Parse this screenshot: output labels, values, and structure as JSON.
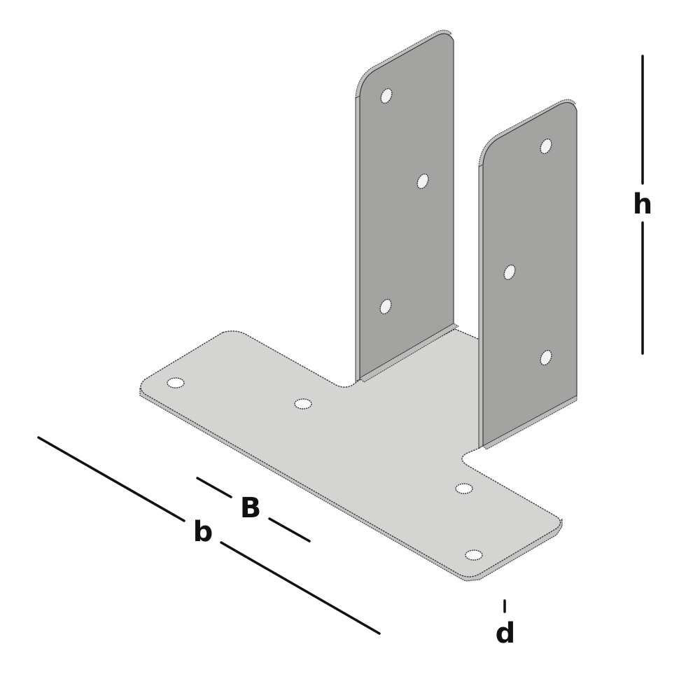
{
  "figure": {
    "subject": "T-shaped post base bracket (isometric view)",
    "colors": {
      "background": "#ffffff",
      "base_plate": "#d4d5d3",
      "base_plate_edge": "#c4c5c3",
      "upright_plate": "#a3a4a2",
      "upright_edge": "#bfc0be",
      "outline": "#3a3a3a",
      "hole": "#ffffff",
      "dimension_line": "#111111"
    },
    "components": {
      "base_plate": {
        "holes": 4
      },
      "left_upright": {
        "holes": 3
      },
      "right_upright": {
        "holes": 3
      }
    }
  },
  "dimensions": {
    "h": {
      "label": "h",
      "axis": "vertical height of uprights"
    },
    "b": {
      "label": "b",
      "axis": "overall base length"
    },
    "B": {
      "label": "B",
      "axis": "base width between uprights"
    },
    "d": {
      "label": "d",
      "axis": "plate thickness"
    }
  }
}
